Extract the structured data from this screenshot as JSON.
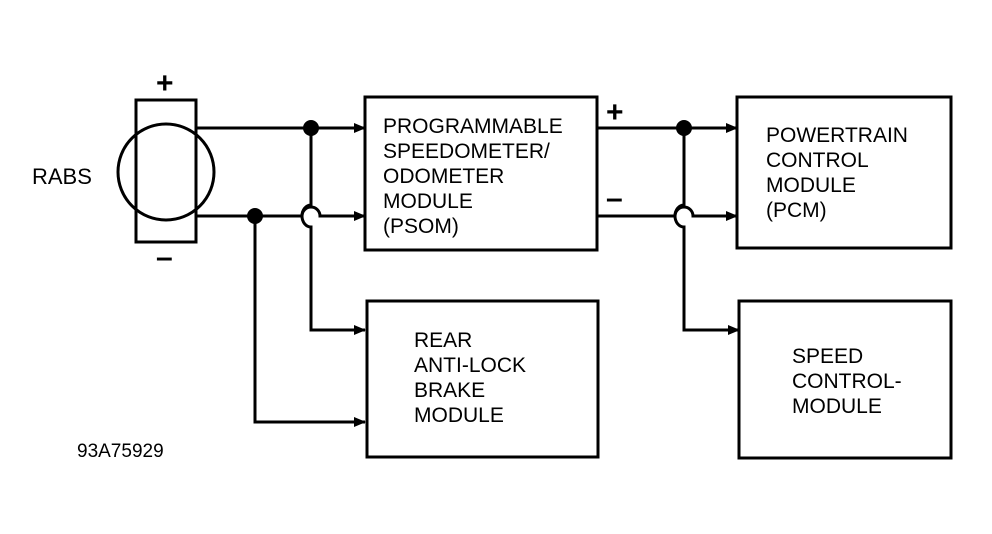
{
  "sensor": {
    "label": "RABS",
    "positive_sign": "+",
    "negative_sign": "–"
  },
  "modules": {
    "psom": {
      "lines": [
        "PROGRAMMABLE",
        "SPEEDOMETER/",
        "ODOMETER",
        "MODULE",
        "(PSOM)"
      ]
    },
    "pcm": {
      "lines": [
        "POWERTRAIN",
        "CONTROL",
        "MODULE",
        "(PCM)"
      ]
    },
    "rabs_module": {
      "lines": [
        "REAR",
        "ANTI-LOCK",
        "BRAKE",
        "MODULE"
      ]
    },
    "speed_control": {
      "lines": [
        "SPEED",
        "CONTROL-",
        "MODULE"
      ]
    }
  },
  "psom_output": {
    "positive_sign": "+",
    "negative_sign": "–"
  },
  "figure_id": "93A75929"
}
